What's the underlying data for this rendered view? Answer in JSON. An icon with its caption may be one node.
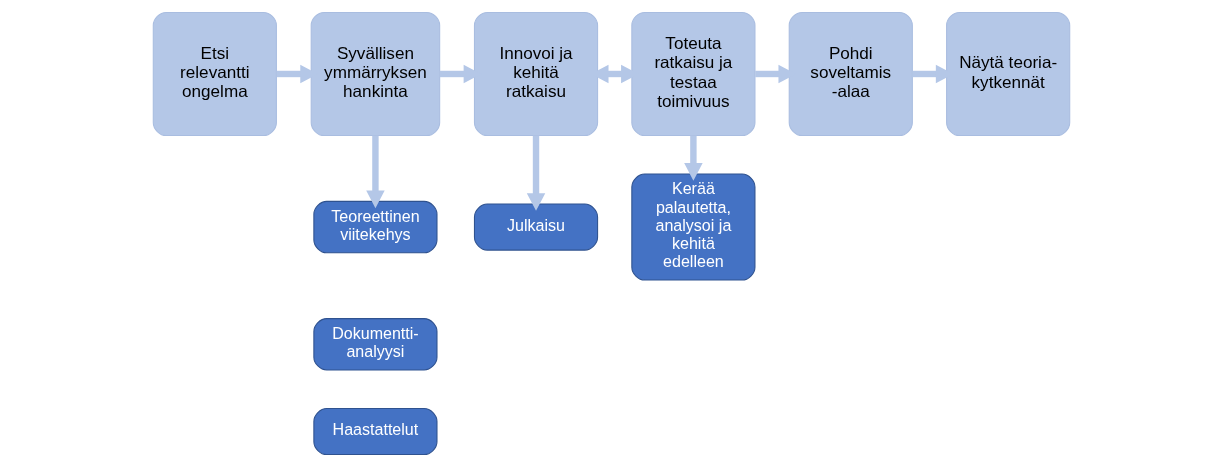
{
  "diagram": {
    "nodes": [
      {
        "text": [
          "Etsi relevantti ongelma"
        ]
      },
      {
        "text": [
          "Syvällisen ymmärryksen hankinta"
        ]
      },
      {
        "text": [
          "Innovoi ja kehitä ratkaisu"
        ]
      },
      {
        "text": [
          "Toteuta ratkaisu ja testaa toimivuus"
        ]
      },
      {
        "text": [
          "Pohdi soveltamis -alaa"
        ]
      },
      {
        "text": [
          "Näytä teoria- kytkennät"
        ]
      },
      {
        "text": [
          "Teoreettinen viitekehys"
        ]
      },
      {
        "text": [
          "Dokumentti- analyysi"
        ]
      },
      {
        "text": [
          "Haastattelut"
        ]
      },
      {
        "text": [
          "Julkaisu"
        ]
      },
      {
        "text": [
          "Kerää palautetta, analysoi ja kehitä edelleen"
        ]
      }
    ],
    "edges": [
      {
        "from": 0,
        "to": 1,
        "arrow": "to"
      },
      {
        "from": 1,
        "to": 2,
        "arrow": "to"
      },
      {
        "from": 2,
        "to": 3,
        "arrow": "both"
      },
      {
        "from": 3,
        "to": 4,
        "arrow": "to"
      },
      {
        "from": 4,
        "to": 5,
        "arrow": "to"
      },
      {
        "from": 1,
        "to": 6,
        "arrow": "to"
      },
      {
        "from": 2,
        "to": 9,
        "arrow": "to"
      },
      {
        "from": 3,
        "to": 10,
        "arrow": "to"
      }
    ]
  }
}
